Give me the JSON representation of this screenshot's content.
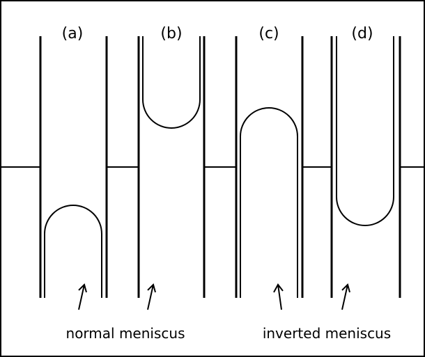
{
  "panels": [
    {
      "label": "(a)",
      "meniscus": "convex"
    },
    {
      "label": "(b)",
      "meniscus": "concave"
    },
    {
      "label": "(c)",
      "meniscus": "convex"
    },
    {
      "label": "(d)",
      "meniscus": "concave"
    }
  ],
  "captions": {
    "normal": "normal meniscus",
    "inverted": "inverted meniscus"
  }
}
